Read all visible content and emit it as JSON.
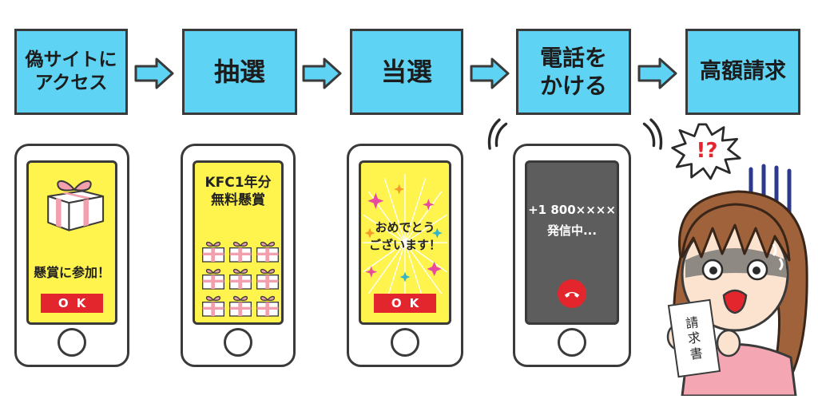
{
  "flow": {
    "steps": [
      {
        "label": "偽サイトに\nアクセス"
      },
      {
        "label": "抽選"
      },
      {
        "label": "当選"
      },
      {
        "label": "電話を\nかける"
      },
      {
        "label": "高額請求"
      }
    ]
  },
  "phones": {
    "access": {
      "caption": "懸賞に参加！",
      "button": "OK"
    },
    "lottery": {
      "line1": "KFC1年分",
      "line2": "無料懸賞"
    },
    "win": {
      "line1": "おめでとう",
      "line2": "ございます！",
      "button": "OK"
    },
    "call": {
      "number": "+1 800××××",
      "status": "発信中..."
    }
  },
  "character": {
    "exclaim": "!?",
    "document": "請\n求\n書"
  },
  "colors": {
    "step_bg": "#5fd3f3",
    "screen_yellow": "#fff34d",
    "screen_dark": "#5d5d5d",
    "button_red": "#e3262e",
    "gift_pink": "#f2a0ae",
    "hair": "#a0623a"
  }
}
